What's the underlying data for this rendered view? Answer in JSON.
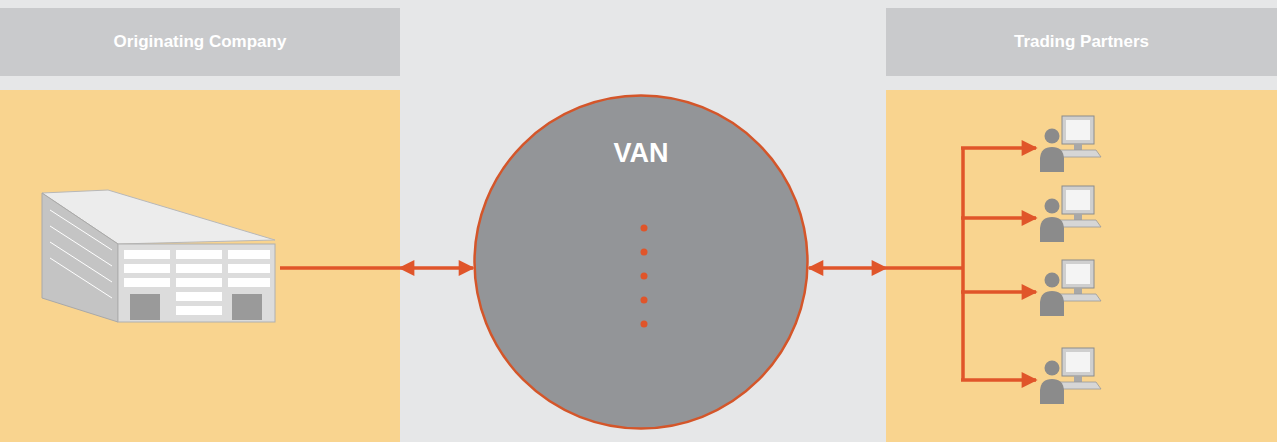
{
  "diagram": {
    "nodes": [
      {
        "text": [
          "Originating Company"
        ]
      },
      {
        "text": [
          "VAN"
        ]
      },
      {
        "text": [
          "Trading Partners"
        ]
      }
    ],
    "edges": [
      {
        "from": 0,
        "to": 1,
        "arrow": "both"
      },
      {
        "from": 1,
        "to": 2,
        "arrow": "both"
      }
    ]
  }
}
